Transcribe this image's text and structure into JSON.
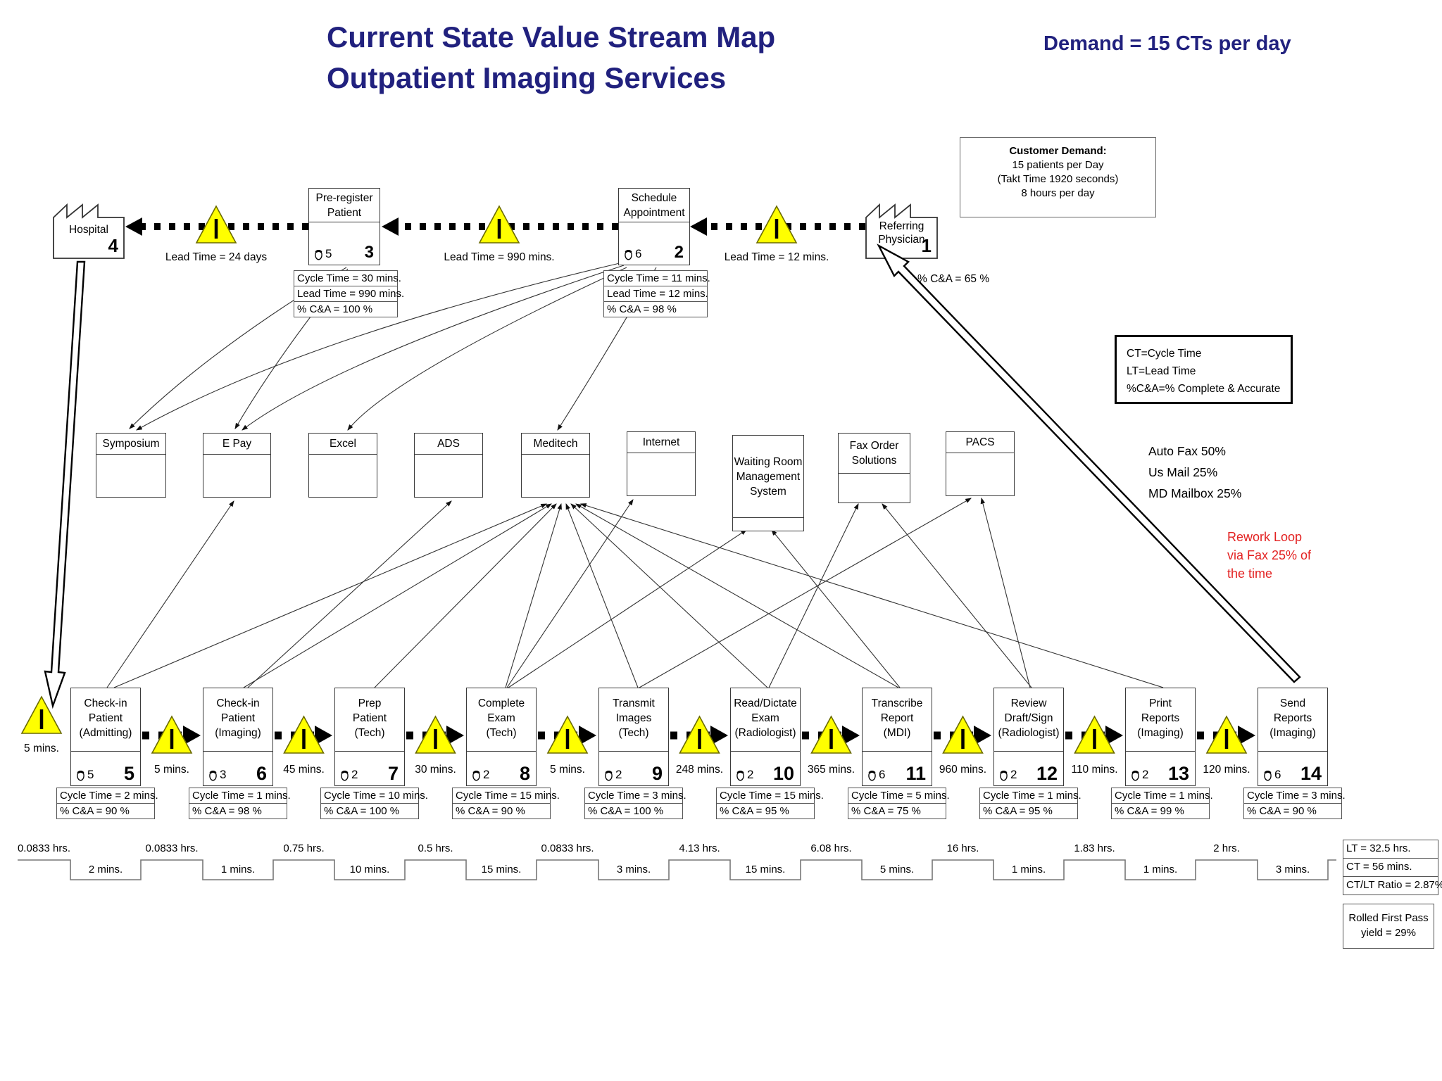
{
  "header": {
    "title_line1": "Current State Value Stream Map",
    "title_line2": "Outpatient Imaging Services",
    "demand_note": "Demand = 15 CTs per day"
  },
  "customer_demand": {
    "heading": "Customer Demand:",
    "lines": [
      "15 patients per Day",
      "(Takt Time 1920 seconds)",
      "8 hours per day"
    ]
  },
  "legend_box": [
    "CT=Cycle Time",
    "LT=Lead Time",
    "%C&A=% Complete & Accurate"
  ],
  "distribution_notes": [
    "Auto Fax 50%",
    "Us Mail 25%",
    "MD Mailbox 25%"
  ],
  "rework_note": [
    "Rework Loop",
    "via Fax 25% of",
    "the time"
  ],
  "physician_ca_note": "% C&A = 65 %",
  "suppliers": [
    {
      "name": "Hospital",
      "number": "4"
    },
    {
      "name": "Referring Physician",
      "number": "1"
    }
  ],
  "top_processes": [
    {
      "title": [
        "Pre-register",
        "Patient"
      ],
      "number": "3",
      "operators": "5",
      "data_rows": [
        "Cycle Time = 30 mins.",
        "Lead Time = 990 mins.",
        "% C&A = 100 %"
      ]
    },
    {
      "title": [
        "Schedule",
        "Appointment"
      ],
      "number": "2",
      "operators": "6",
      "data_rows": [
        "Cycle Time = 11 mins.",
        "Lead Time = 12 mins.",
        "% C&A = 98 %"
      ]
    }
  ],
  "top_lead_times": [
    "Lead Time = 24 days",
    "Lead Time = 990 mins.",
    "Lead Time = 12 mins."
  ],
  "systems": [
    {
      "lines": [
        "Symposium"
      ]
    },
    {
      "lines": [
        "E Pay"
      ]
    },
    {
      "lines": [
        "Excel"
      ]
    },
    {
      "lines": [
        "ADS"
      ]
    },
    {
      "lines": [
        "Meditech"
      ]
    },
    {
      "lines": [
        "Internet"
      ]
    },
    {
      "lines": [
        "Waiting Room",
        "Management",
        "System"
      ]
    },
    {
      "lines": [
        "Fax Order",
        "Solutions"
      ]
    },
    {
      "lines": [
        "PACS"
      ]
    }
  ],
  "processes": [
    {
      "title": [
        "Check-in",
        "Patient",
        "(Admitting)"
      ],
      "number": "5",
      "operators": "5",
      "data_rows": [
        "Cycle Time = 2 mins.",
        "% C&A = 90 %"
      ],
      "wait_before": "5 mins."
    },
    {
      "title": [
        "Check-in",
        "Patient",
        "(Imaging)"
      ],
      "number": "6",
      "operators": "3",
      "data_rows": [
        "Cycle Time = 1 mins.",
        "% C&A = 98 %"
      ],
      "wait_before": "5 mins."
    },
    {
      "title": [
        "Prep",
        "Patient",
        "(Tech)"
      ],
      "number": "7",
      "operators": "2",
      "data_rows": [
        "Cycle Time = 10 mins.",
        "% C&A = 100 %"
      ],
      "wait_before": "45 mins."
    },
    {
      "title": [
        "Complete",
        "Exam",
        "(Tech)"
      ],
      "number": "8",
      "operators": "2",
      "data_rows": [
        "Cycle Time = 15 mins.",
        "% C&A = 90 %"
      ],
      "wait_before": "30 mins."
    },
    {
      "title": [
        "Transmit",
        "Images",
        "(Tech)"
      ],
      "number": "9",
      "operators": "2",
      "data_rows": [
        "Cycle Time = 3 mins.",
        "% C&A = 100 %"
      ],
      "wait_before": "5 mins."
    },
    {
      "title": [
        "Read/Dictate",
        "Exam",
        "(Radiologist)"
      ],
      "number": "10",
      "operators": "2",
      "data_rows": [
        "Cycle Time = 15 mins.",
        "% C&A = 95 %"
      ],
      "wait_before": "248 mins."
    },
    {
      "title": [
        "Transcribe",
        "Report",
        "(MDI)"
      ],
      "number": "11",
      "operators": "6",
      "data_rows": [
        "Cycle Time = 5 mins.",
        "% C&A = 75 %"
      ],
      "wait_before": "365 mins."
    },
    {
      "title": [
        "Review",
        "Draft/Sign",
        "(Radiologist)"
      ],
      "number": "12",
      "operators": "2",
      "data_rows": [
        "Cycle Time = 1 mins.",
        "% C&A = 95 %"
      ],
      "wait_before": "960 mins."
    },
    {
      "title": [
        "Print",
        "Reports",
        "(Imaging)"
      ],
      "number": "13",
      "operators": "2",
      "data_rows": [
        "Cycle Time = 1 mins.",
        "% C&A = 99 %"
      ],
      "wait_before": "110 mins."
    },
    {
      "title": [
        "Send",
        "Reports",
        "(Imaging)"
      ],
      "number": "14",
      "operators": "6",
      "data_rows": [
        "Cycle Time = 3 mins.",
        "% C&A = 90 %"
      ],
      "wait_before": "120 mins."
    }
  ],
  "timeline": {
    "wait_hrs": [
      "0.0833 hrs.",
      "0.0833 hrs.",
      "0.75 hrs.",
      "0.5 hrs.",
      "0.0833 hrs.",
      "4.13 hrs.",
      "6.08 hrs.",
      "16 hrs.",
      "1.83 hrs.",
      "2 hrs."
    ],
    "process_mins": [
      "2 mins.",
      "1 mins.",
      "10 mins.",
      "15 mins.",
      "3 mins.",
      "15 mins.",
      "5 mins.",
      "1 mins.",
      "1 mins.",
      "3 mins."
    ]
  },
  "summary": {
    "rows": [
      "LT = 32.5 hrs.",
      "CT = 56 mins.",
      "CT/LT Ratio = 2.87%"
    ],
    "yield_lines": [
      "Rolled First Pass",
      "yield = 29%"
    ]
  },
  "colors": {
    "title_navy": "#21217e",
    "rework_red": "#e32222",
    "triangle_yellow": "#ffff00"
  }
}
